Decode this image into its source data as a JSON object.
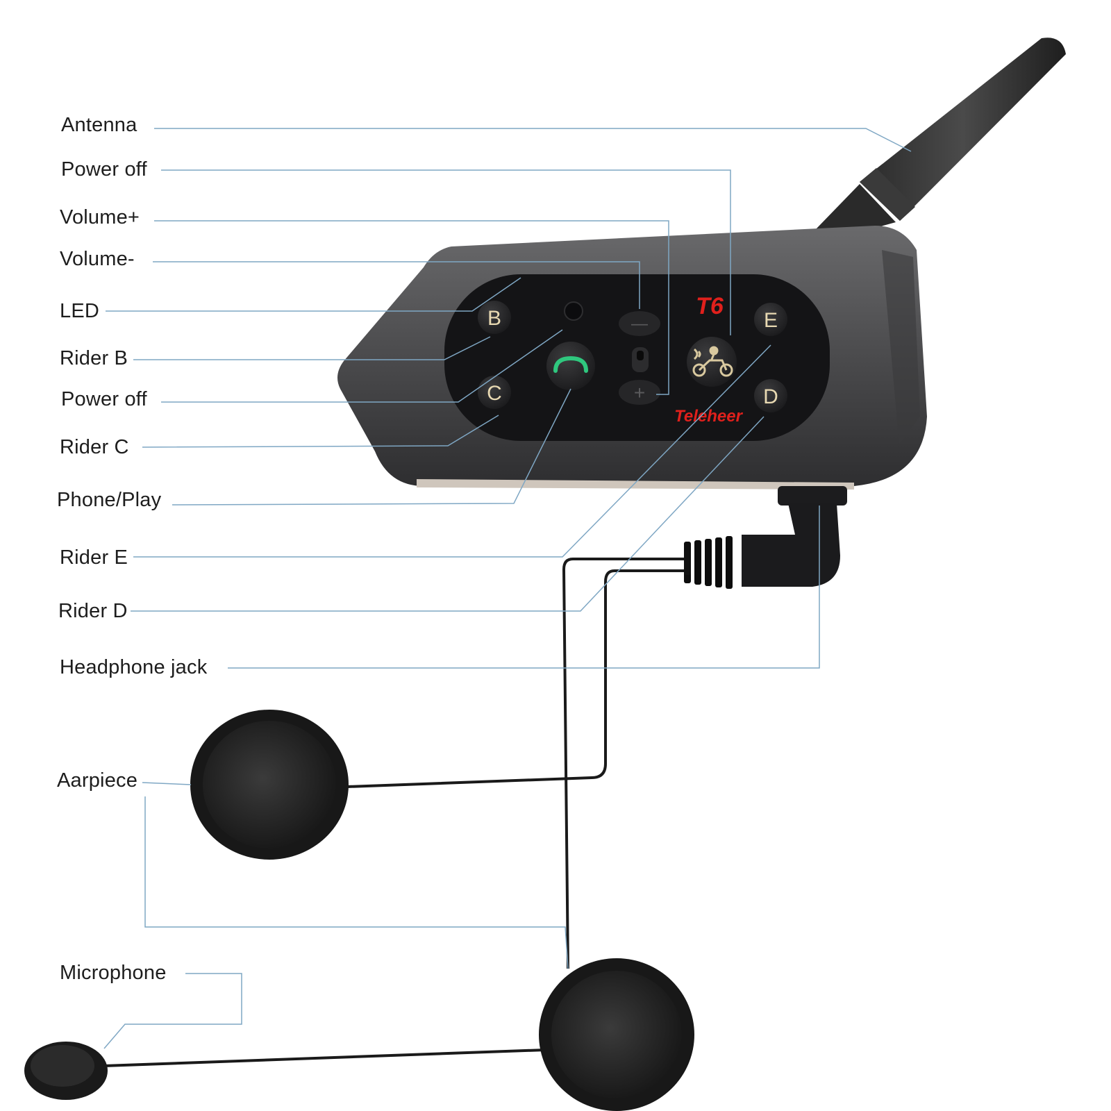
{
  "callouts": [
    {
      "id": "antenna",
      "label": "Antenna"
    },
    {
      "id": "power-off-1",
      "label": "Power off"
    },
    {
      "id": "volume-plus",
      "label": "Volume+"
    },
    {
      "id": "volume-minus",
      "label": "Volume-"
    },
    {
      "id": "led",
      "label": "LED"
    },
    {
      "id": "rider-b",
      "label": "Rider B"
    },
    {
      "id": "power-off-2",
      "label": "Power off"
    },
    {
      "id": "rider-c",
      "label": "Rider C"
    },
    {
      "id": "phone-play",
      "label": "Phone/Play"
    },
    {
      "id": "rider-e",
      "label": "Rider E"
    },
    {
      "id": "rider-d",
      "label": "Rider D"
    },
    {
      "id": "headphone-jack",
      "label": "Headphone jack"
    },
    {
      "id": "earpiece",
      "label": "Aarpiece"
    },
    {
      "id": "microphone",
      "label": "Microphone"
    }
  ],
  "device": {
    "model": "T6",
    "brand": "Teleheer",
    "buttons": {
      "b": "B",
      "c": "C",
      "d": "D",
      "e": "E",
      "minus": "—",
      "plus": "+"
    }
  },
  "colors": {
    "leader_line": "#7fa7c4",
    "brand_red": "#e0201c",
    "phone_green": "#2fc77e",
    "body_gray": "#4a4a4c",
    "panel_black": "#141416"
  },
  "icons": [
    "phone-icon",
    "motorcycle-rider-icon",
    "led-indicator"
  ]
}
